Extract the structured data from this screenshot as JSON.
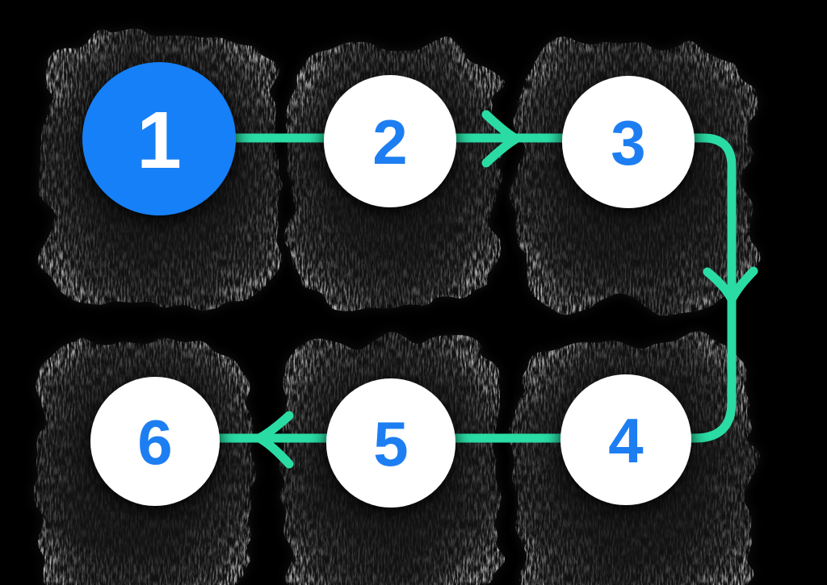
{
  "diagram": {
    "name": "numbered-steps-flow",
    "background_color": "#000000",
    "steps": [
      {
        "label": "1",
        "state": "active"
      },
      {
        "label": "2",
        "state": "default"
      },
      {
        "label": "3",
        "state": "default"
      },
      {
        "label": "4",
        "state": "default"
      },
      {
        "label": "5",
        "state": "default"
      },
      {
        "label": "6",
        "state": "default"
      }
    ],
    "flow_order": [
      "1",
      "2",
      "3",
      "4",
      "5",
      "6"
    ],
    "arrows": [
      {
        "after_step": "2",
        "direction": "right"
      },
      {
        "after_step": "3",
        "direction": "down"
      },
      {
        "after_step": "5",
        "direction": "left"
      }
    ],
    "colors": {
      "connector": "#2adca4",
      "active_step_fill": "#1480f8",
      "active_step_text": "#ffffff",
      "step_fill": "#ffffff",
      "step_text": "#1d7ef2",
      "texture_base": "#111111"
    }
  }
}
